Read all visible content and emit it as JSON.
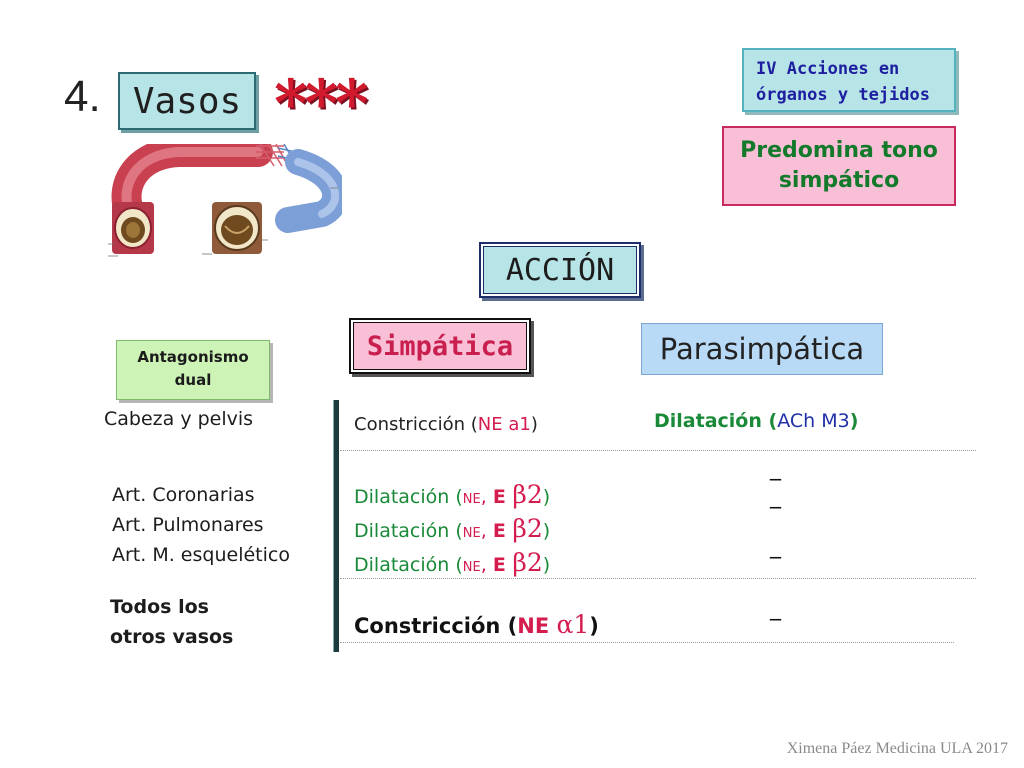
{
  "section": {
    "line1": "IV Acciones en",
    "line2": "órganos y tejidos"
  },
  "slide": {
    "number": "4.",
    "title": "Vasos",
    "stars": "***"
  },
  "predomina": {
    "line1": "Predomina tono",
    "line2": "simpático"
  },
  "accion": "ACCIÓN",
  "simpatica_header": "Simpática",
  "parasimpatica_header": "Parasimpática",
  "antagonismo": {
    "line1": "Antagonismo",
    "line2": "dual"
  },
  "rows": {
    "cabeza": {
      "label": "Cabeza y pelvis",
      "simp_pre": "Constricción (",
      "simp_ne": "NE a1",
      "simp_post": ")",
      "para_pre": "Dilatación  (",
      "para_ach": "ACh M3",
      "para_post": ")"
    },
    "arterias": {
      "labels": [
        "Art. Coronarias",
        "Art. Pulmonares",
        "Art. M. esquelético"
      ],
      "dil_pre": "Dilatación (",
      "ne": "NE",
      "comma": ", ",
      "e": "E ",
      "beta": "β2",
      "post": ")"
    },
    "otros": {
      "label1": "Todos los",
      "label2": "otros vasos",
      "simp_pre": "Constricción (",
      "ne": "NE ",
      "alpha": "α1",
      "simp_post": ")"
    },
    "dash": "_"
  },
  "footer": "Ximena Páez Medicina ULA 2017",
  "colors": {
    "red": "#d41c4f",
    "green": "#1a8a38",
    "blue": "#2130a8",
    "accent_teal": "#b7e4e7",
    "pink": "#f8bfd6"
  }
}
